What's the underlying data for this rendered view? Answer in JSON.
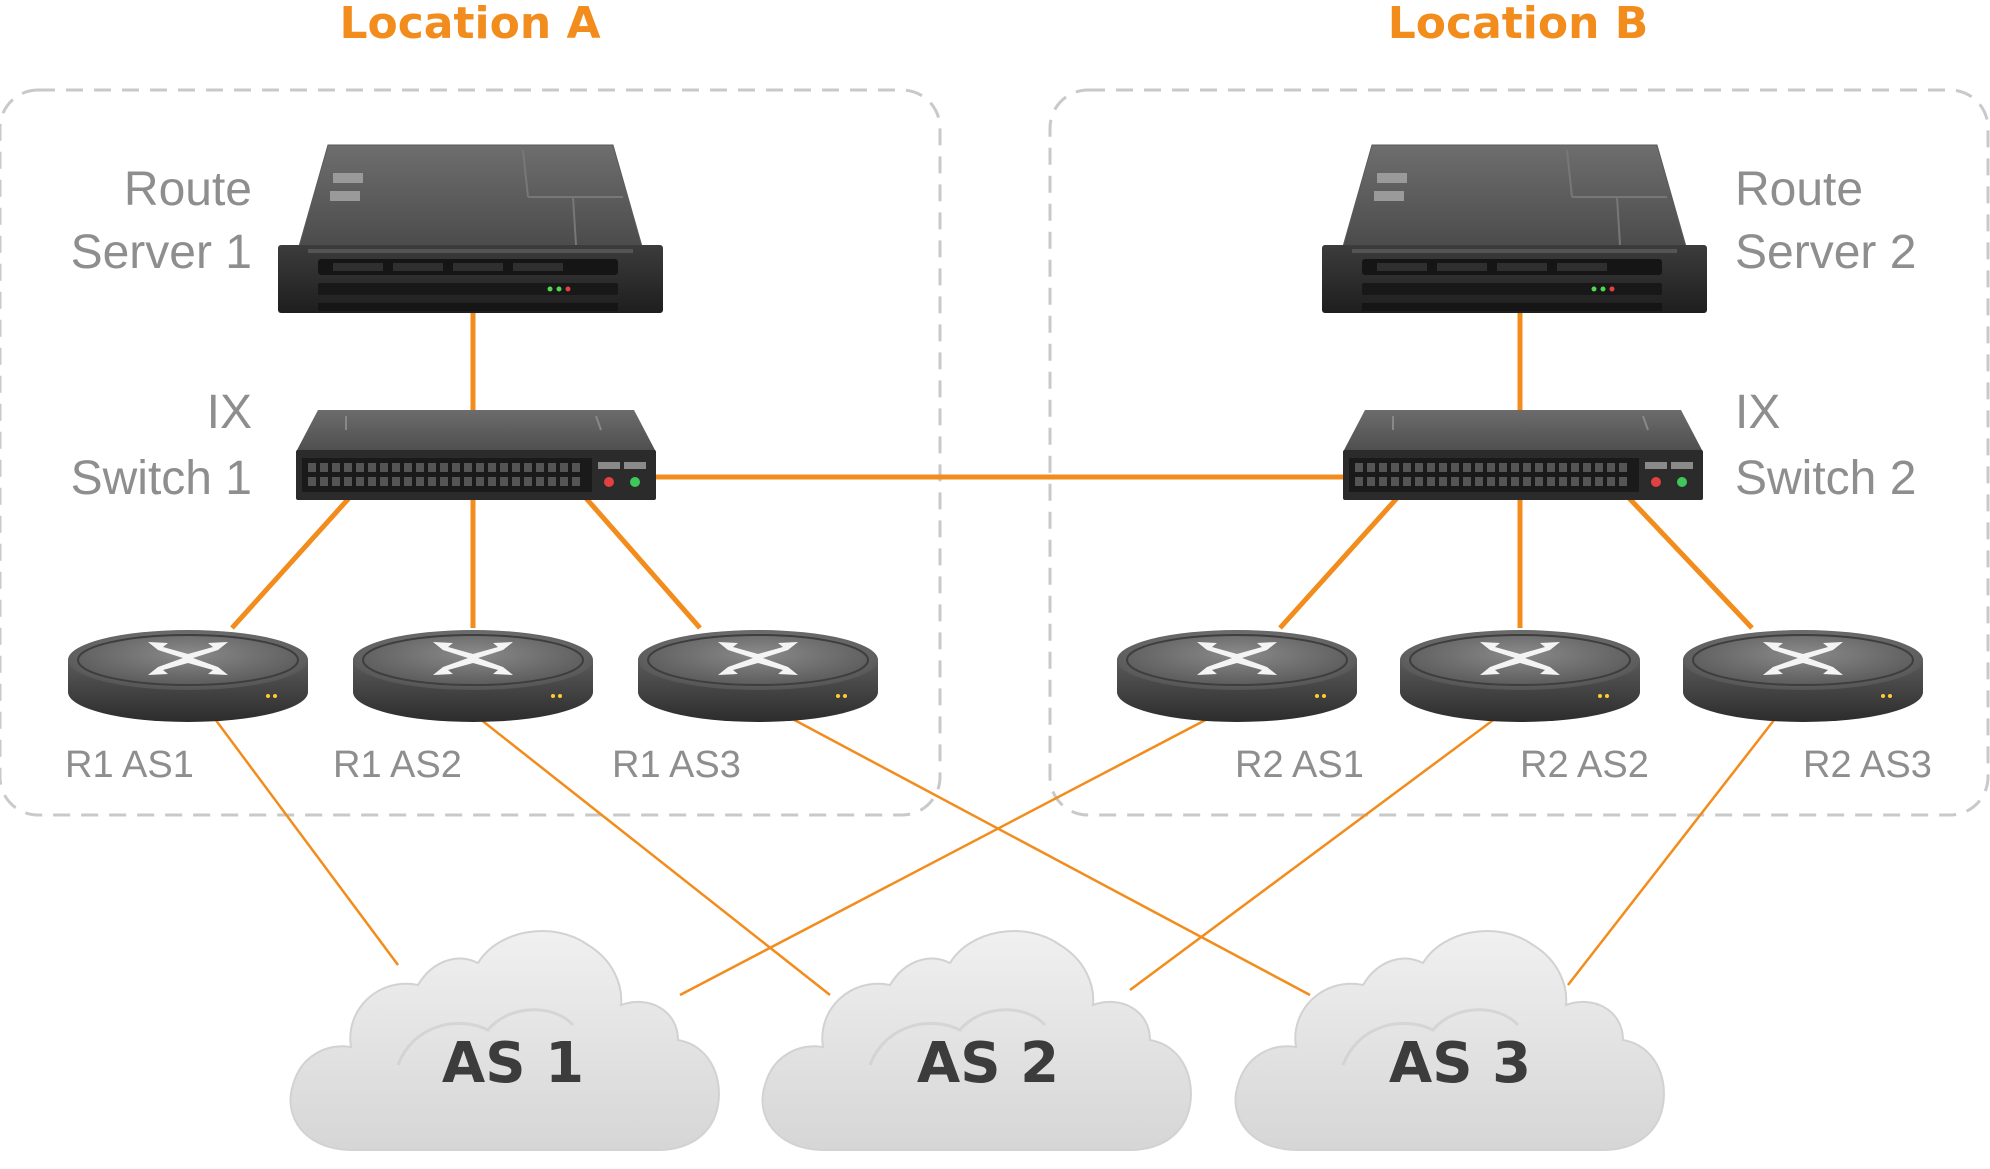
{
  "colors": {
    "accent": "#f28c1c",
    "label_gray": "#8e8e8e",
    "box_border": "#c9c9c9",
    "device_dark": "#3a3a3a",
    "cloud": "#e4e4e4",
    "cloud_text": "#3c3c3c"
  },
  "locations": {
    "a": {
      "title": "Location A"
    },
    "b": {
      "title": "Location B"
    }
  },
  "route_servers": {
    "rs1": {
      "line1": "Route",
      "line2": "Server 1",
      "icon": "server-rack-icon"
    },
    "rs2": {
      "line1": "Route",
      "line2": "Server 2",
      "icon": "server-rack-icon"
    }
  },
  "switches": {
    "sw1": {
      "line1": "IX",
      "line2": "Switch 1",
      "icon": "network-switch-icon"
    },
    "sw2": {
      "line1": "IX",
      "line2": "Switch 2",
      "icon": "network-switch-icon"
    }
  },
  "routers": {
    "r1as1": {
      "label": "R1 AS1",
      "icon": "router-icon"
    },
    "r1as2": {
      "label": "R1 AS2",
      "icon": "router-icon"
    },
    "r1as3": {
      "label": "R1 AS3",
      "icon": "router-icon"
    },
    "r2as1": {
      "label": "R2 AS1",
      "icon": "router-icon"
    },
    "r2as2": {
      "label": "R2 AS2",
      "icon": "router-icon"
    },
    "r2as3": {
      "label": "R2 AS3",
      "icon": "router-icon"
    }
  },
  "clouds": {
    "as1": {
      "label": "AS 1",
      "icon": "cloud-icon"
    },
    "as2": {
      "label": "AS 2",
      "icon": "cloud-icon"
    },
    "as3": {
      "label": "AS 3",
      "icon": "cloud-icon"
    }
  }
}
